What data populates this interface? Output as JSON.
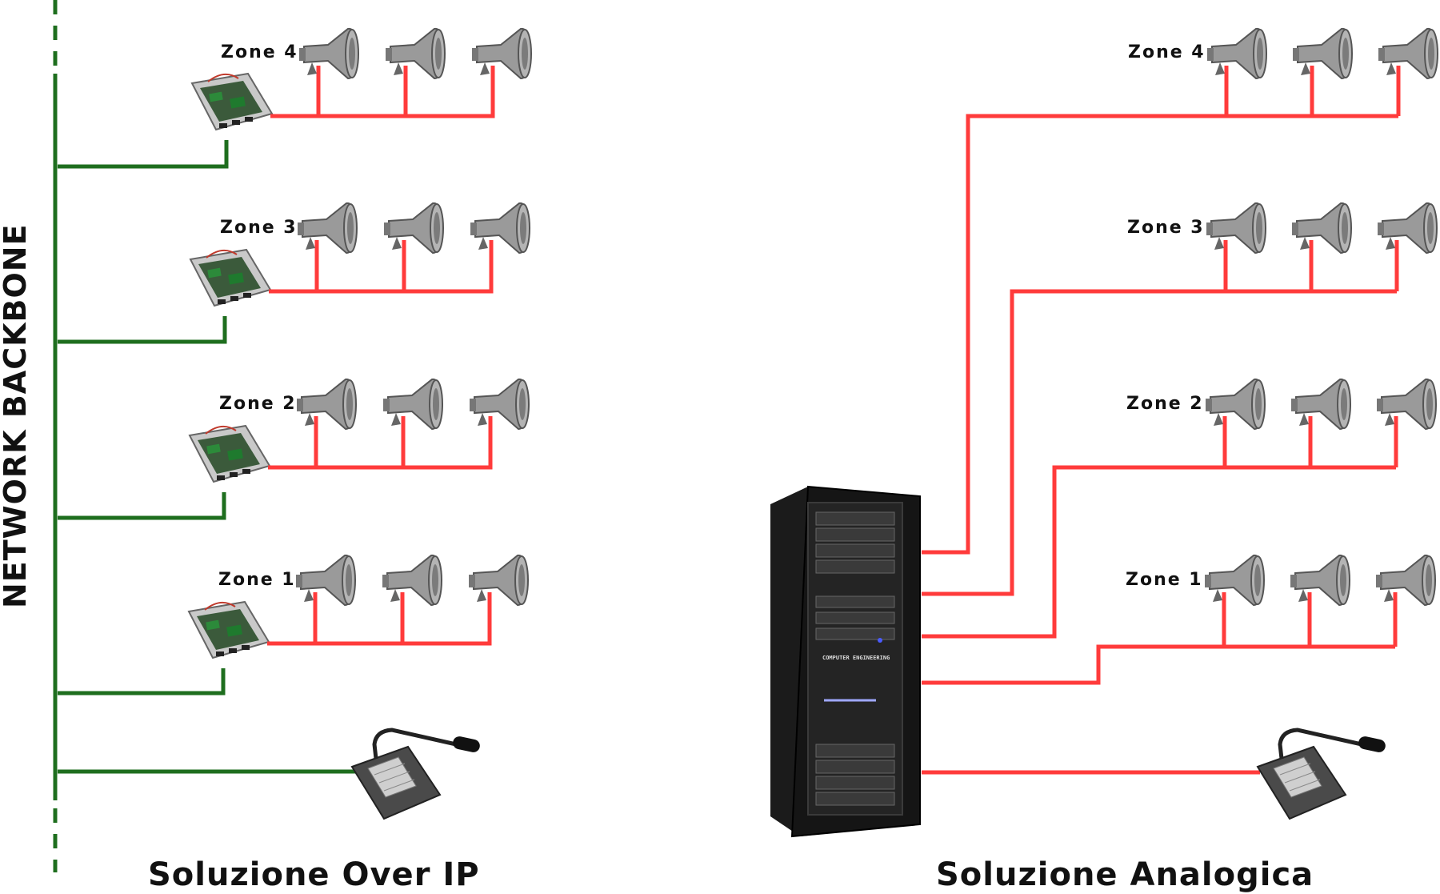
{
  "backbone_label": "NETWORK BACKBONE",
  "left_caption": "Soluzione Over IP",
  "right_caption": "Soluzione Analogica",
  "rack_label": "COMPUTER ENGINEERING",
  "zones": [
    "Zone 4",
    "Zone 3",
    "Zone 2",
    "Zone 1"
  ],
  "colors": {
    "network_line": "#1e6e1e",
    "analog_line": "#ff3b3b",
    "speaker": "#9a9a9a",
    "rack": "#151515",
    "text": "#111111"
  }
}
